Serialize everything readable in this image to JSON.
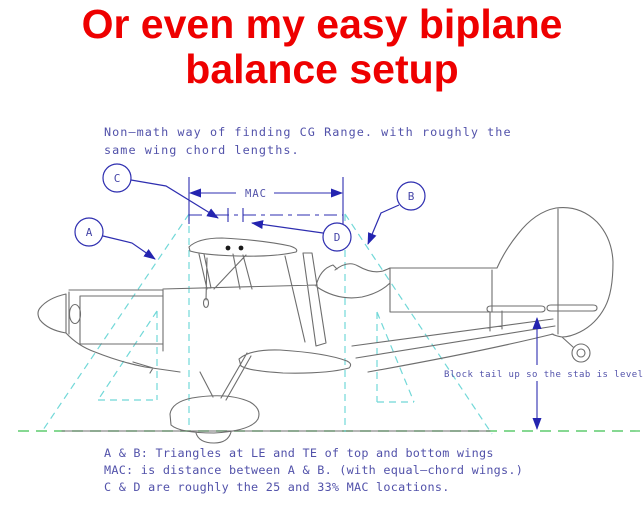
{
  "title": {
    "line1": "Or even my easy biplane",
    "line2": "balance setup"
  },
  "subtitle": {
    "line1": "Non–math way of finding CG Range. with roughly the",
    "line2": "same wing chord lengths."
  },
  "diagram": {
    "mac_label": "MAC",
    "tail_note": "Block tail up so the stab is level",
    "callouts": {
      "a": "A",
      "b": "B",
      "c": "C",
      "d": "D"
    }
  },
  "footer": {
    "line1": "A & B: Triangles at LE and TE of top and bottom wings",
    "line2": "MAC: is distance between A & B. (with equal–chord wings.)",
    "line3": "C & D are roughly the 25 and 33% MAC locations."
  },
  "colors": {
    "title_red": "#ee0000",
    "annotation_blue": "#2e2eb0",
    "cad_text_blue": "#5252aa",
    "construction_cyan": "#72d8d8",
    "ground_green": "#5fcb6f",
    "aircraft_gray": "#6e6e6e"
  }
}
